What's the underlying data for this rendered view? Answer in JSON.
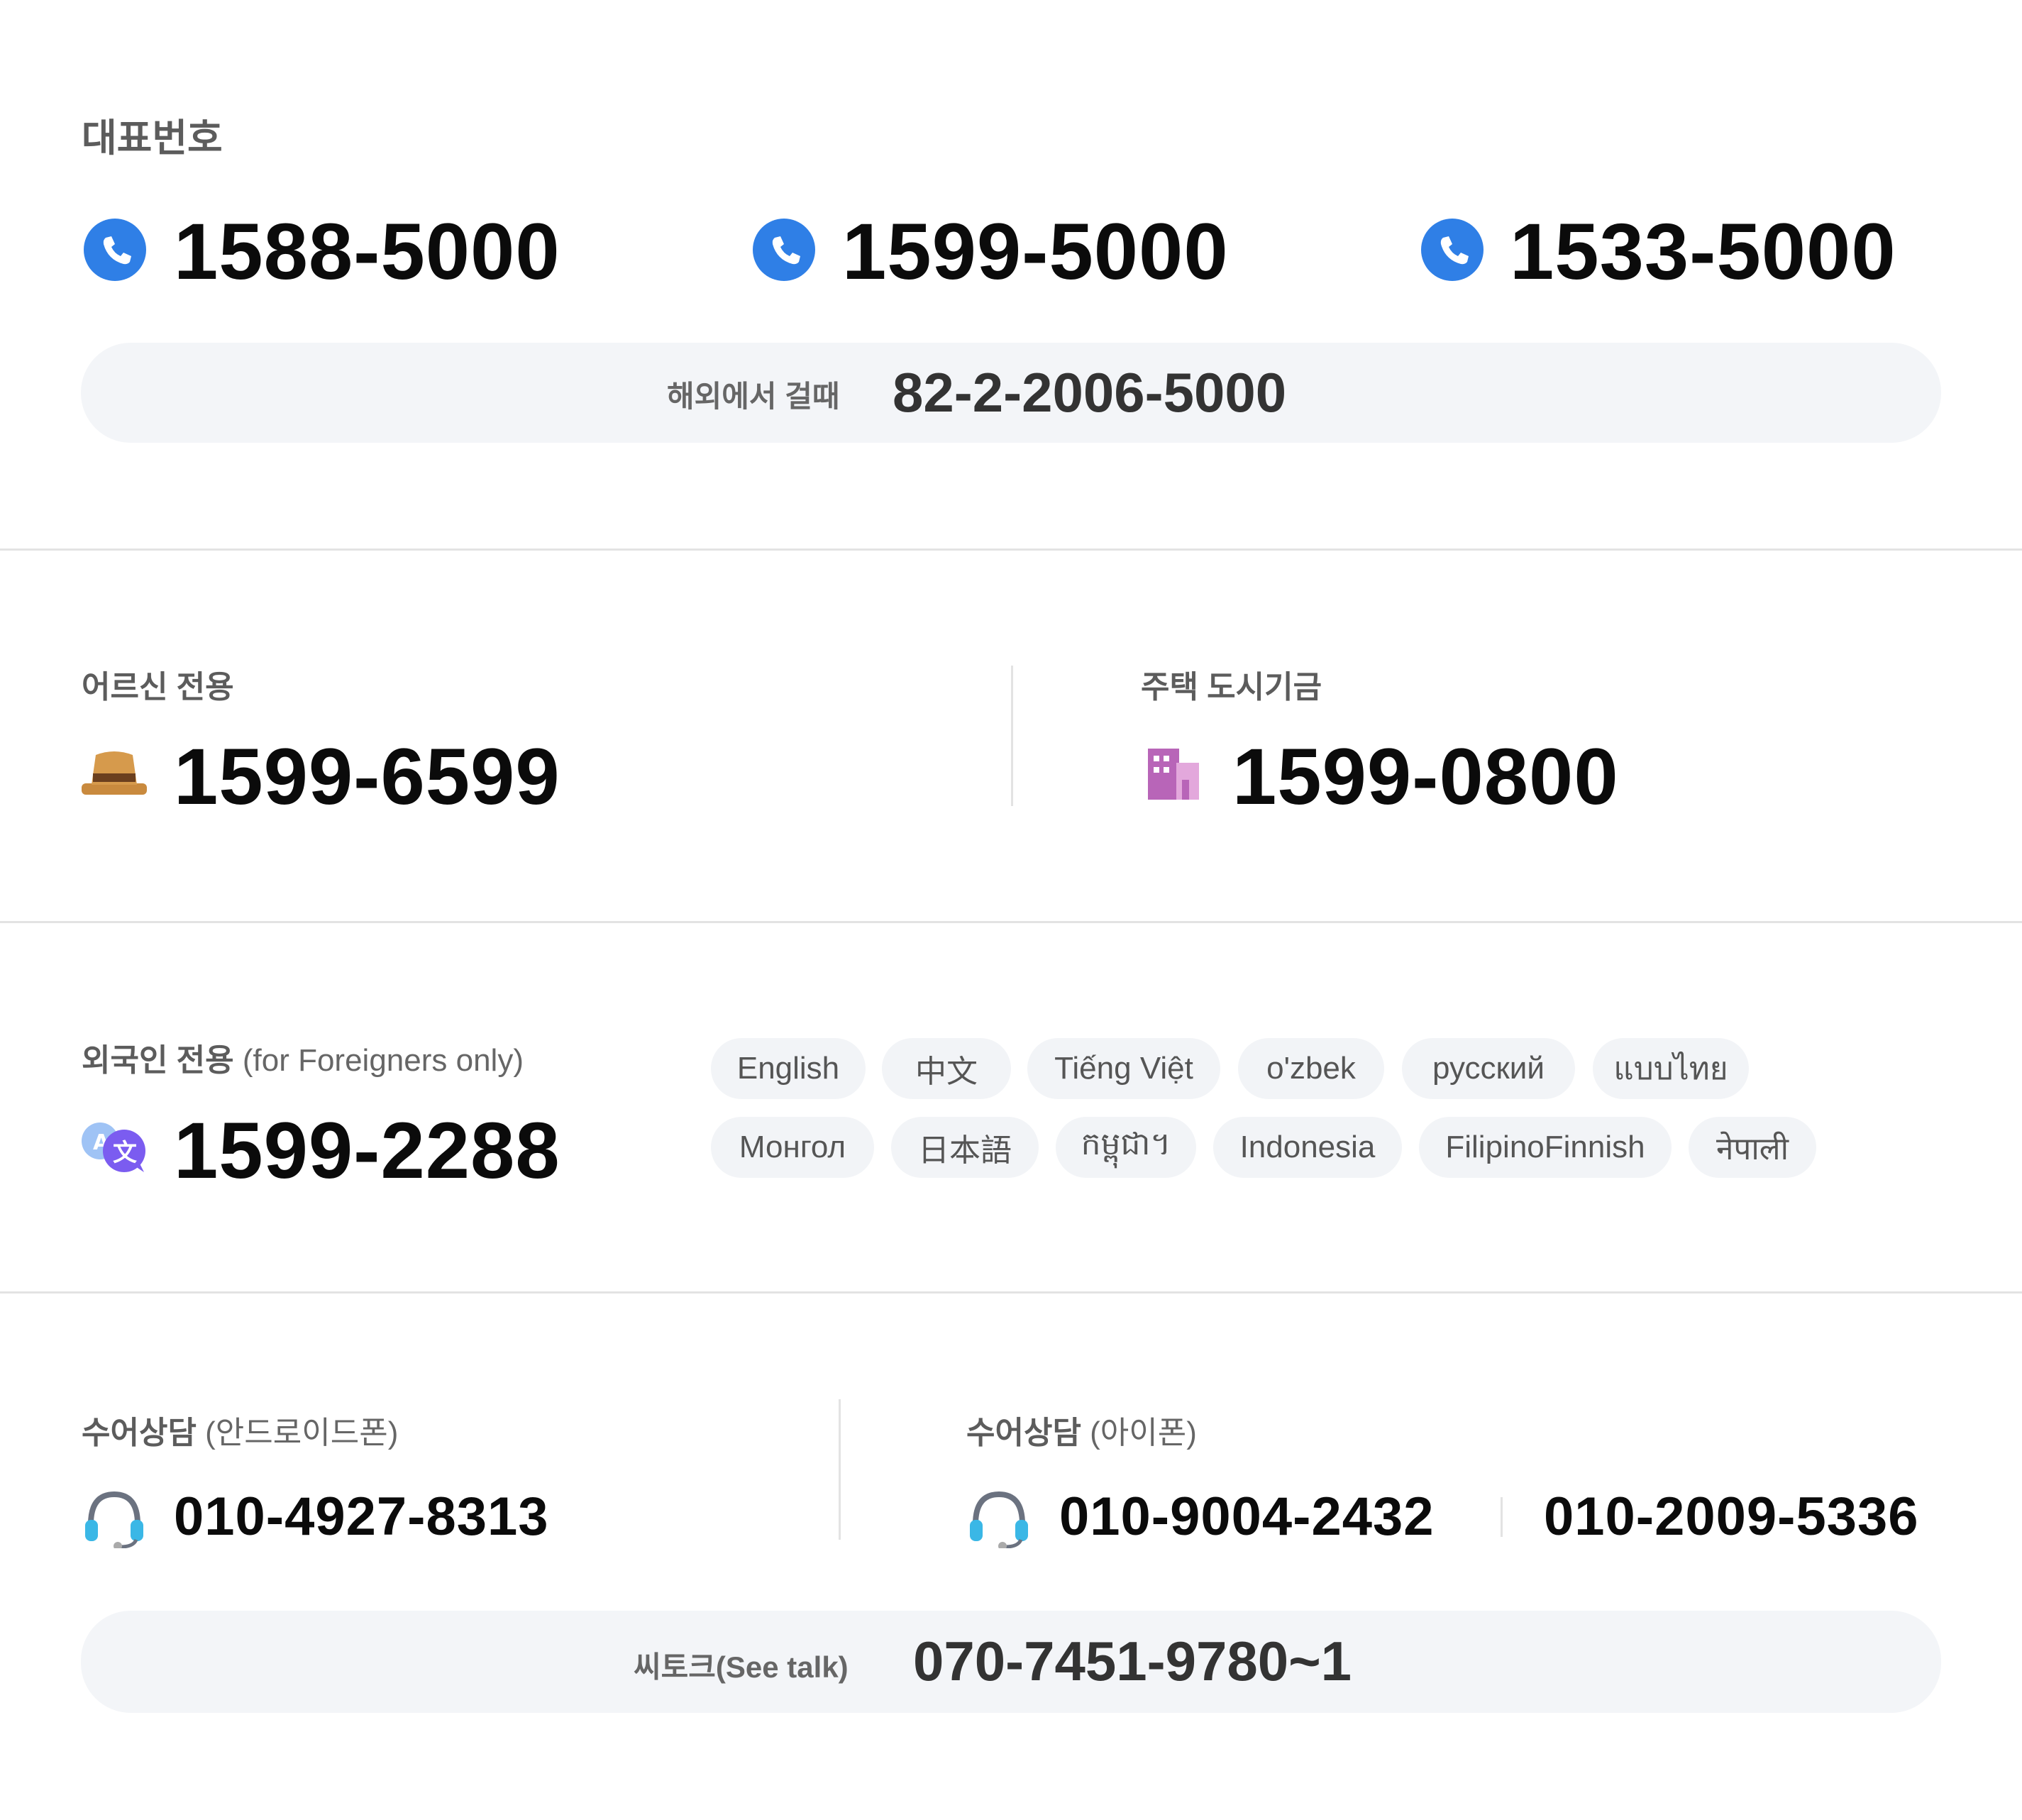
{
  "main_numbers": {
    "label": "대표번호",
    "numbers": [
      "1588-5000",
      "1599-5000",
      "1533-5000"
    ],
    "overseas_label": "해외에서 걸때",
    "overseas_number": "82-2-2006-5000"
  },
  "senior": {
    "label": "어르신 전용",
    "number": "1599-6599"
  },
  "housing": {
    "label": "주택 도시기금",
    "number": "1599-0800"
  },
  "foreigner": {
    "label": "외국인 전용",
    "label_sub": "(for Foreigners only)",
    "number": "1599-2288",
    "languages": [
      "English",
      "中文",
      "Tiếng Việt",
      "o'zbek",
      "русский",
      "แบบไทย",
      "Монгол",
      "日本語",
      "កម្ពុជា។",
      "Indonesia",
      "FilipinoFinnish",
      "नेपाली"
    ]
  },
  "sign_android": {
    "label": "수어상담",
    "label_sub": "(안드로이드폰)",
    "number": "010-4927-8313"
  },
  "sign_iphone": {
    "label": "수어상담",
    "label_sub": "(아이폰)",
    "number1": "010-9004-2432",
    "number2": "010-2009-5336"
  },
  "seetalk": {
    "label": "씨토크(See talk)",
    "number": "070-7451-9780~1"
  },
  "colors": {
    "phone_icon": "#2f7fe6",
    "divider": "#e3e3e3",
    "pill": "#f3f5f8"
  }
}
